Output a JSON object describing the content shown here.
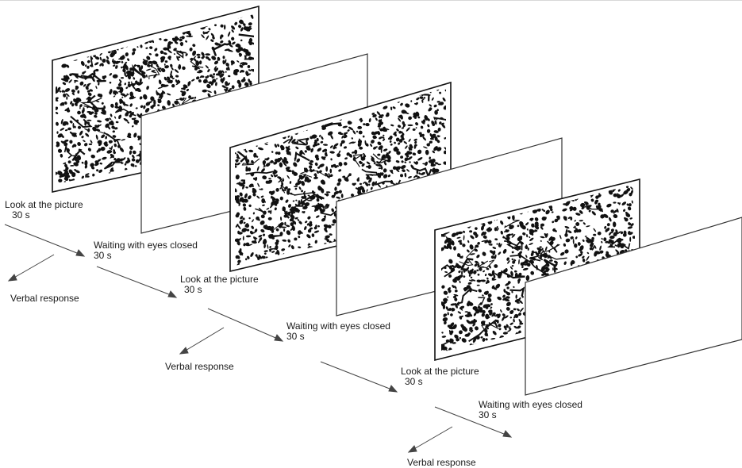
{
  "steps": [
    {
      "stage": "Look at the picture",
      "duration": "30 s"
    },
    {
      "stage": "Waiting with eyes closed",
      "duration": "30 s"
    },
    {
      "stage": "Look at the picture",
      "duration": "30 s"
    },
    {
      "stage": "Waiting with eyes closed",
      "duration": "30 s"
    },
    {
      "stage": "Look at the picture",
      "duration": "30 s"
    },
    {
      "stage": "Waiting with eyes closed",
      "duration": "30 s"
    }
  ],
  "responses": [
    "Verbal response",
    "Verbal response",
    "Verbal response"
  ],
  "colors": {
    "ink": "#111111",
    "panel": "#ffffff",
    "line": "#444444"
  }
}
